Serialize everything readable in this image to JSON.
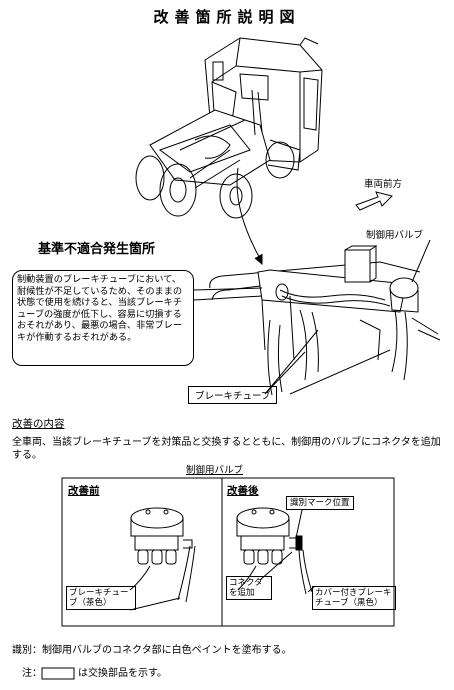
{
  "title": "改善箇所説明図",
  "labels": {
    "forward": "車両前方",
    "defect_location": "基準不適合発生箇所",
    "valve_top": "制御用バルブ",
    "brake_tube": "ブレーキチューブ",
    "valve_caption": "制御用バルブ"
  },
  "explanation": "制動装置のブレーキチューブにおいて、耐候性が不足しているため、そのままの状態で使用を続けると、当該ブレーキチューブの強度が低下し、容易に切損するおそれがあり、最悪の場合、非常ブレーキが作動するおそれがある。",
  "improvement": {
    "heading": "改善の内容",
    "text": "全車両、当該ブレーキチューブを対策品と交換するとともに、制御用のバルブにコネクタを追加する。"
  },
  "before": {
    "title": "改善前",
    "tube_label": "ブレーキチューブ（茶色）"
  },
  "after": {
    "title": "改善後",
    "mark_label": "識別マーク位置",
    "connector_label": "コネクタを追加",
    "cover_tube_label": "カバー付きブレーキチューブ（黒色）"
  },
  "identification": "識別：制御用バルブのコネクタ部に白色ペイントを塗布する。",
  "note": {
    "prefix": "注：",
    "suffix": "は交換部品を示す。"
  }
}
